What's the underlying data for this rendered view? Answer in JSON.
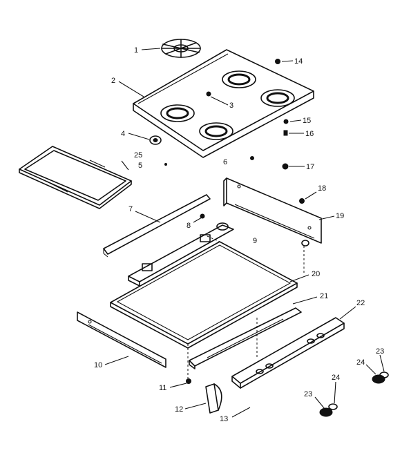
{
  "labels": {
    "l1": "1",
    "l2": "2",
    "l3": "3",
    "l4": "4",
    "l5": "5",
    "l6": "6",
    "l7": "7",
    "l8": "8",
    "l9": "9",
    "l10": "10",
    "l11": "11",
    "l12": "12",
    "l13": "13",
    "l14": "14",
    "l15": "15",
    "l16": "16",
    "l17": "17",
    "l18": "18",
    "l19": "19",
    "l20": "20",
    "l21": "21",
    "l22": "22",
    "l23a": "23",
    "l23b": "23",
    "l24a": "24",
    "l24b": "24",
    "l25": "25"
  }
}
